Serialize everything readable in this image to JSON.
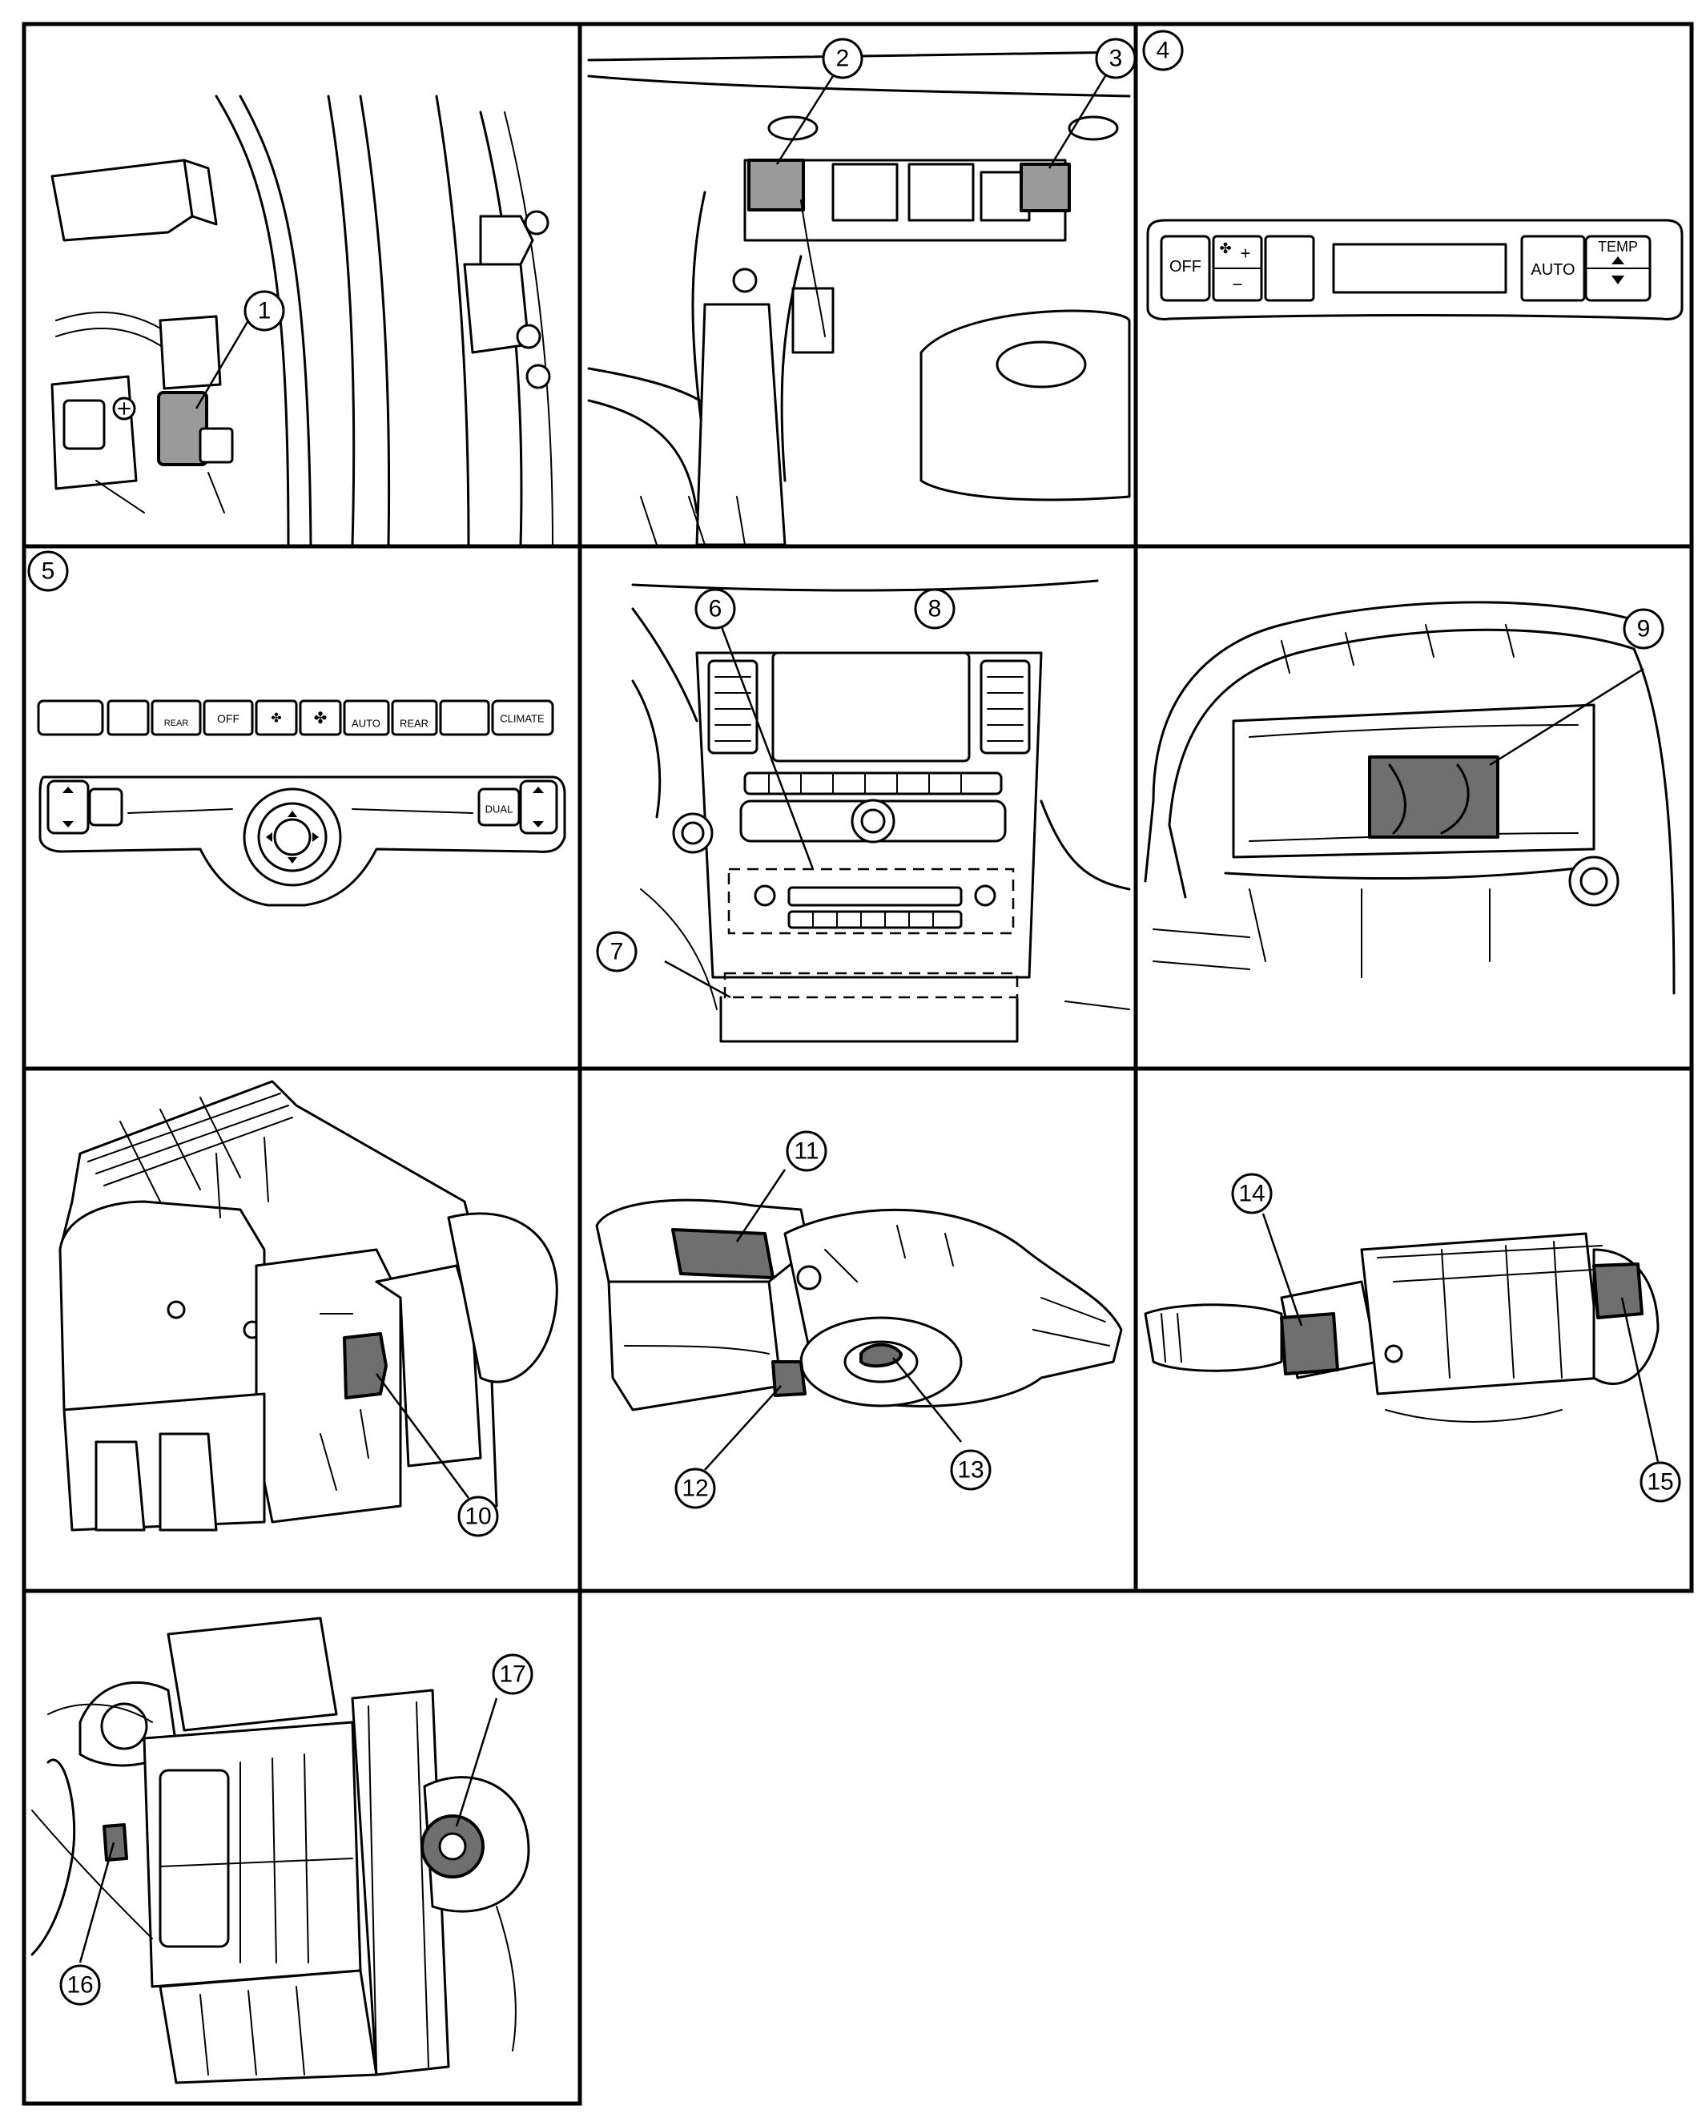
{
  "callouts": {
    "c1": "1",
    "c2": "2",
    "c3": "3",
    "c4": "4",
    "c5": "5",
    "c6": "6",
    "c7": "7",
    "c8": "8",
    "c9": "9",
    "c10": "10",
    "c11": "11",
    "c12": "12",
    "c13": "13",
    "c14": "14",
    "c15": "15",
    "c16": "16",
    "c17": "17"
  },
  "panel4": {
    "off_label": "OFF",
    "plus_label": "+",
    "minus_label": "−",
    "auto_label": "AUTO",
    "temp_label": "TEMP"
  },
  "panel5": {
    "rear_label_small": "REAR",
    "off_label": "OFF",
    "auto_label": "AUTO",
    "rear_label": "REAR",
    "climate_label": "CLIMATE",
    "dual_label": "DUAL"
  }
}
